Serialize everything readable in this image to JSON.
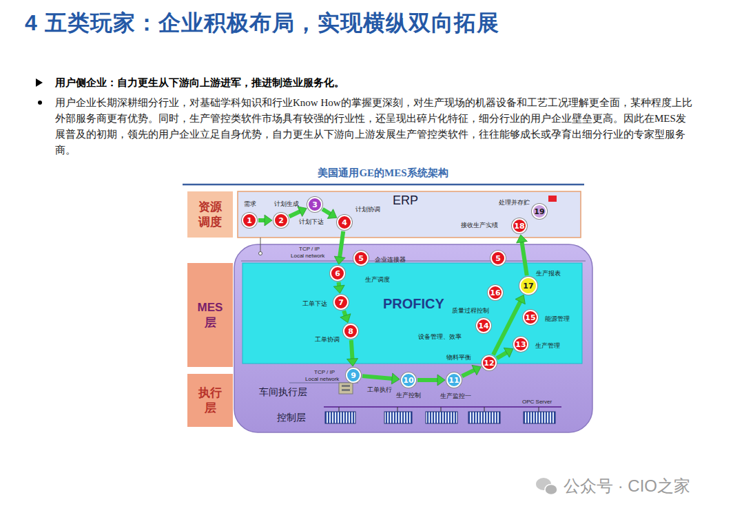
{
  "diagram": {
    "title": "4 五类玩家：企业积极布局，实现横纵双向拓展",
    "caption": "美国通用GE的MES系统架构",
    "nodes": [
      {
        "text": [
          "资源调度"
        ]
      },
      {
        "text": [
          "ERP"
        ]
      },
      {
        "text": [
          "1",
          "需求"
        ],
        "in": 1
      },
      {
        "text": [
          "2",
          "计划生成"
        ],
        "in": 1
      },
      {
        "text": [
          "3",
          "计划下达"
        ],
        "in": 1
      },
      {
        "text": [
          "4",
          "计划协调"
        ],
        "in": 1
      },
      {
        "text": [
          "19",
          "处理并存贮"
        ],
        "in": 1
      },
      {
        "text": [
          "18",
          "接收生产实绩"
        ],
        "in": 1
      },
      {
        "text": [
          "MES层"
        ]
      },
      {
        "text": [
          "5",
          "企业连接器"
        ]
      },
      {
        "text": [
          "5"
        ]
      },
      {
        "text": [
          "PROFICY"
        ]
      },
      {
        "text": [
          "6",
          "生产调度"
        ],
        "in": 11
      },
      {
        "text": [
          "7",
          "工单下达"
        ],
        "in": 11
      },
      {
        "text": [
          "8",
          "工单协调"
        ],
        "in": 11
      },
      {
        "text": [
          "16",
          "质量过程控制"
        ],
        "in": 11
      },
      {
        "text": [
          "17",
          "生产报表"
        ],
        "in": 11
      },
      {
        "text": [
          "14",
          "设备管理、效率"
        ],
        "in": 11
      },
      {
        "text": [
          "15",
          "能源管理"
        ],
        "in": 11
      },
      {
        "text": [
          "12",
          "物料平衡"
        ],
        "in": 11
      },
      {
        "text": [
          "13",
          "生产管理"
        ],
        "in": 11
      },
      {
        "text": [
          "执行层"
        ]
      },
      {
        "text": [
          "9",
          "工单执行"
        ]
      },
      {
        "text": [
          "10",
          "生产控制"
        ]
      },
      {
        "text": [
          "11",
          "生产监控一"
        ]
      }
    ],
    "edges": [
      {
        "from": 2,
        "to": 3,
        "arrow": "to"
      },
      {
        "from": 3,
        "to": 4,
        "arrow": "to"
      },
      {
        "from": 4,
        "to": 5,
        "arrow": "to"
      },
      {
        "from": 5,
        "to": 12,
        "arrow": "to"
      },
      {
        "from": 12,
        "to": 13,
        "arrow": "to"
      },
      {
        "from": 13,
        "to": 14,
        "arrow": "to"
      },
      {
        "from": 14,
        "to": 22,
        "arrow": "to"
      },
      {
        "from": 22,
        "to": 23,
        "arrow": "to"
      },
      {
        "from": 23,
        "to": 24,
        "arrow": "to"
      },
      {
        "from": 24,
        "to": 19,
        "arrow": "to"
      },
      {
        "from": 19,
        "to": 20,
        "arrow": "to"
      },
      {
        "from": 19,
        "to": 16,
        "arrow": "to"
      },
      {
        "from": 16,
        "to": 7,
        "arrow": "to"
      }
    ],
    "labels": [
      "用户侧企业：自力更生从下游向上游进军，推进制造业服务化。",
      "用户企业长期深耕细分行业，对基础学科知识和行业Know How的掌握更深刻，对生产现场的机器设备和工艺工况理解更全面，某种程度上比外部服务商更有优势。同时，生产管控类软件市场具有较强的行业性，还呈现出碎片化特征，细分行业的用户企业壁垒更高。因此在MES发展普及的初期，领先的用户企业立足自身优势，自力更生从下游向上游发展生产管控类软件，往往能够成长或孕育出细分行业的专家型服务商。",
      "TCP / IP",
      "Local network",
      "TCP / IP",
      "Local network",
      "车间执行层",
      "控制层",
      "OPC Server",
      "公众号 · CIO之家"
    ]
  }
}
